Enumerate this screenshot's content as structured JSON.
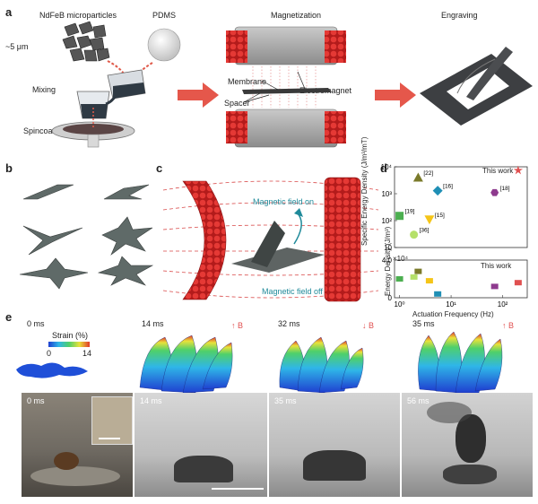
{
  "panels": {
    "a": {
      "label": "a",
      "ndfeb": "NdFeB microparticles",
      "pdms": "PDMS",
      "size": "~5 μm",
      "mixing": "Mixing",
      "spincoating": "Spincoating",
      "magnetization": "Magnetization",
      "membrane": "Membrane",
      "spacer": "Spacer",
      "electromagnet": "Electromagnet",
      "engraving": "Engraving"
    },
    "b": {
      "label": "b"
    },
    "c": {
      "label": "c",
      "field_on": "Magnetic field on",
      "field_off": "Magnetic field off"
    },
    "d": {
      "label": "d"
    },
    "e": {
      "label": "e",
      "sim_times": [
        "0 ms",
        "14 ms",
        "32 ms",
        "35 ms"
      ],
      "field_symbol": "B",
      "strain_title": "Strain (%)",
      "strain_min": "0",
      "strain_max": "14",
      "exp_times": [
        "0 ms",
        "14 ms",
        "35 ms",
        "56 ms"
      ]
    }
  },
  "chart_data": [
    {
      "type": "scatter",
      "ylabel": "Specific Energy Density (J/m³/mT)",
      "yscale": "log",
      "ylim": [
        10,
        10000
      ],
      "yticks": [
        "10",
        "10²",
        "10³",
        "10⁴"
      ],
      "xscale": "log",
      "xlim": [
        0.8,
        300
      ],
      "annotation": "This work",
      "points": [
        {
          "ref": "[19]",
          "x": 1.0,
          "y": 150,
          "marker": "square",
          "color": "#4caf50"
        },
        {
          "ref": "[22]",
          "x": 2.3,
          "y": 4000,
          "marker": "triangle-up",
          "color": "#7a7a2a"
        },
        {
          "ref": "[36]",
          "x": 1.9,
          "y": 30,
          "marker": "circle",
          "color": "#b5e06a"
        },
        {
          "ref": "[16]",
          "x": 5.5,
          "y": 1300,
          "marker": "diamond",
          "color": "#1f8fb5"
        },
        {
          "ref": "[15]",
          "x": 3.8,
          "y": 110,
          "marker": "triangle-down",
          "color": "#f5c518"
        },
        {
          "ref": "[18]",
          "x": 70,
          "y": 1100,
          "marker": "hexagon",
          "color": "#8e3a8e"
        },
        {
          "ref": "This work",
          "x": 200,
          "y": 12000,
          "marker": "star",
          "color": "#e05050"
        }
      ]
    },
    {
      "type": "scatter",
      "ylabel": "Energy Density (J/m³)",
      "ylim": [
        0,
        40000
      ],
      "yticks": [
        "0",
        "4.0"
      ],
      "yexponent": "×10⁴",
      "xlabel": "Actuation Frequency (Hz)",
      "xscale": "log",
      "xlim": [
        0.8,
        300
      ],
      "xticks": [
        "10⁰",
        "10¹",
        "10²"
      ],
      "annotation": "This work",
      "points": [
        {
          "x": 1.0,
          "y": 20000,
          "color": "#4caf50"
        },
        {
          "x": 1.9,
          "y": 22000,
          "color": "#b5e06a"
        },
        {
          "x": 2.3,
          "y": 28000,
          "color": "#7a7a2a"
        },
        {
          "x": 3.8,
          "y": 18000,
          "color": "#f5c518"
        },
        {
          "x": 5.5,
          "y": 4000,
          "color": "#1f8fb5"
        },
        {
          "x": 70,
          "y": 12000,
          "color": "#8e3a8e"
        },
        {
          "x": 200,
          "y": 16000,
          "color": "#e05050"
        }
      ]
    }
  ]
}
